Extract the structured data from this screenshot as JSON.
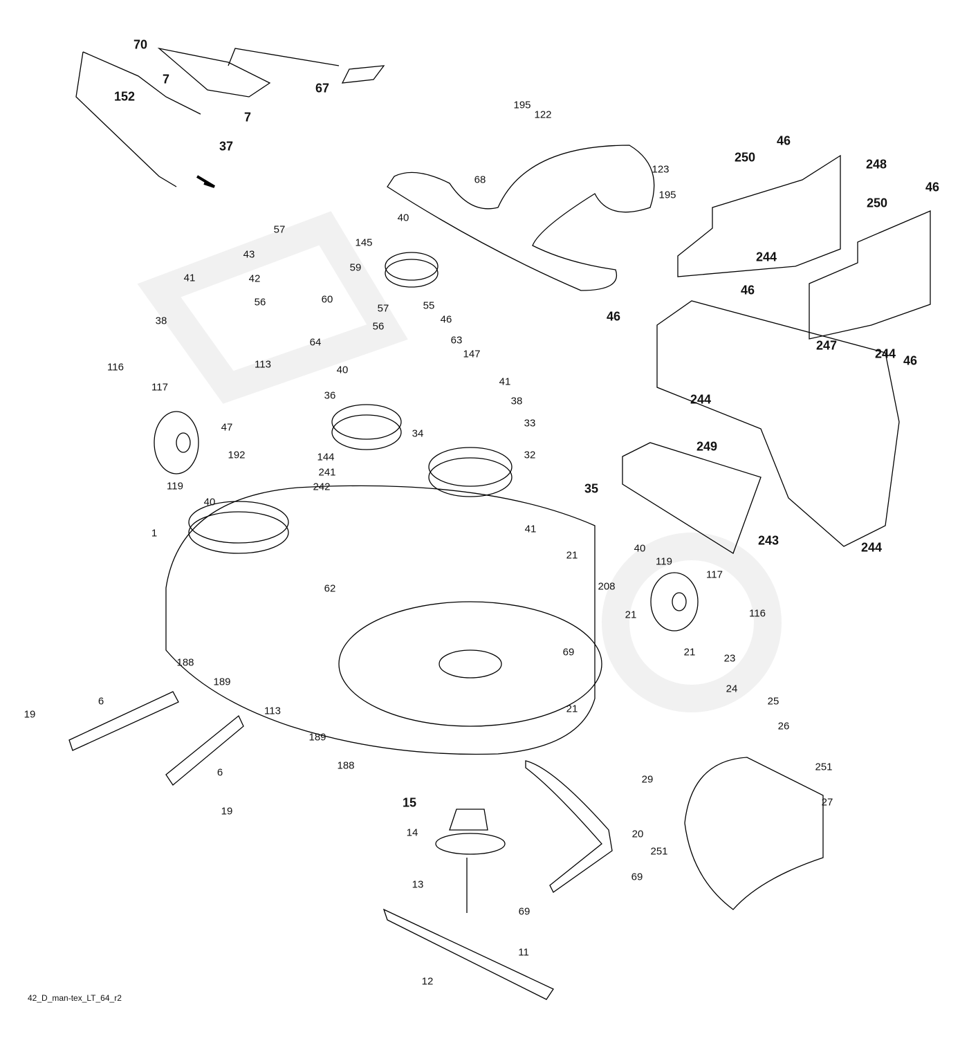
{
  "diagram": {
    "type": "exploded-parts-diagram",
    "footer_code": "42_D_man-tex_LT_64_r2",
    "line_color": "#000000",
    "watermark_color": "#f0f0f0",
    "callouts": [
      "70",
      "7",
      "152",
      "7",
      "37",
      "67",
      "195",
      "122",
      "123",
      "195",
      "68",
      "46",
      "250",
      "248",
      "46",
      "250",
      "244",
      "46",
      "46",
      "247",
      "244",
      "46",
      "244",
      "249",
      "35",
      "243",
      "244",
      "57",
      "43",
      "42",
      "56",
      "60",
      "41",
      "38",
      "40",
      "145",
      "59",
      "57",
      "55",
      "56",
      "46",
      "63",
      "64",
      "147",
      "40",
      "41",
      "38",
      "36",
      "34",
      "33",
      "32",
      "144",
      "116",
      "117",
      "113",
      "47",
      "192",
      "119",
      "40",
      "241",
      "242",
      "41",
      "1",
      "40",
      "119",
      "117",
      "21",
      "208",
      "62",
      "21",
      "116",
      "69",
      "21",
      "23",
      "188",
      "189",
      "113",
      "21",
      "24",
      "25",
      "6",
      "19",
      "26",
      "189",
      "188",
      "251",
      "6",
      "29",
      "15",
      "27",
      "19",
      "14",
      "20",
      "251",
      "69",
      "13",
      "69",
      "11",
      "12"
    ]
  }
}
